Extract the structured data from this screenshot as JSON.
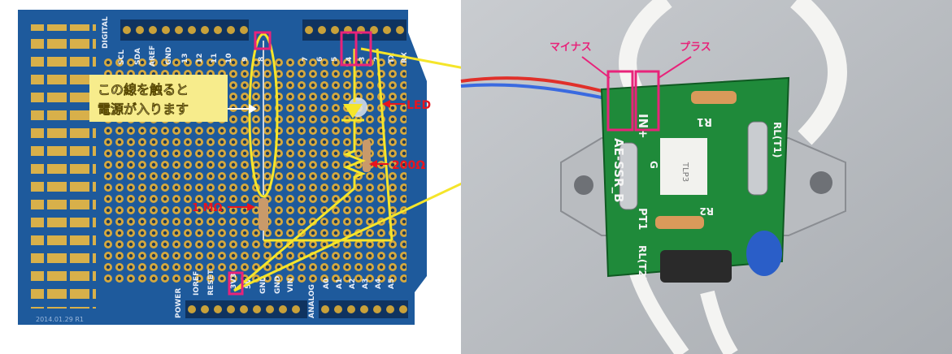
{
  "left_photo": {
    "callout_text_line1": "この線を触ると",
    "callout_text_line2": "電源が入ります",
    "label_led": "LED",
    "label_200": "200Ω",
    "label_1m": "1 MΩ",
    "board_footer": "2014.01.29 R1",
    "header_top_labels": [
      "SCL",
      "SDA",
      "AREF",
      "GND",
      "13",
      "12",
      "11",
      "10",
      "9",
      "8",
      "7",
      "6",
      "5",
      "4",
      "3",
      "2",
      "TX",
      "RX"
    ],
    "digital_label": "DIGITAL",
    "power_label": "POWER",
    "analog_label": "ANALOG",
    "header_bottom_labels": [
      "IOREF",
      "RESET",
      "3V3",
      "5V",
      "GND",
      "GND",
      "VIN",
      "A0",
      "A1",
      "A2",
      "A3",
      "A4",
      "A5"
    ]
  },
  "right_photo": {
    "label_minus": "マイナス",
    "label_plus": "プラス",
    "silk_in": "IN+",
    "silk_model": "AE-SSR_B",
    "silk_r1": "R1",
    "silk_r2": "R2",
    "silk_pt1": "PT1",
    "silk_g": "G",
    "silk_rl_t1": "RL(T1)",
    "silk_rl_t2": "RL(T2)",
    "chip_text": "TLP3"
  },
  "colors": {
    "pcb_blue": "#1e5a9c",
    "pcb_green": "#1f8a3a",
    "gold": "#c9a13a",
    "yellow": "#f5e52a",
    "pink": "#e8237a",
    "red_text": "#e8141e"
  }
}
